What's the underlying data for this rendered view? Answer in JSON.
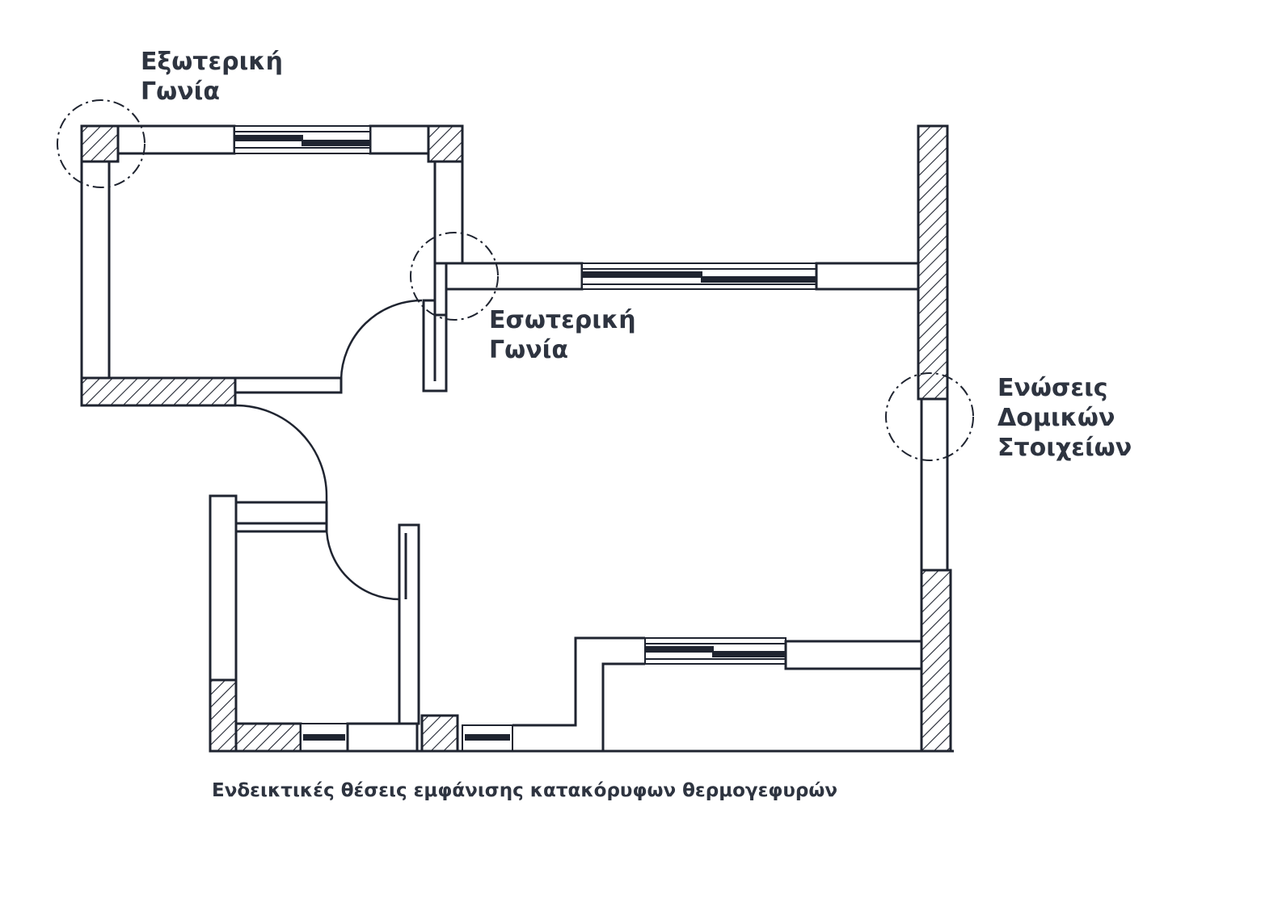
{
  "labels": {
    "exterior_corner": {
      "line1": "Εξωτερική",
      "line2": "Γωνία"
    },
    "interior_corner": {
      "line1": "Εσωτερική",
      "line2": "Γωνία"
    },
    "element_joints": {
      "line1": "Ενώσεις",
      "line2": "Δομικών",
      "line3": "Στοιχείων"
    }
  },
  "caption": "Ενδεικτικές θέσεις εμφάνισης κατακόρυφων θερμογεφυρών",
  "colors": {
    "ink": "#2e3440",
    "line": "#1f2430",
    "background": "#ffffff"
  }
}
